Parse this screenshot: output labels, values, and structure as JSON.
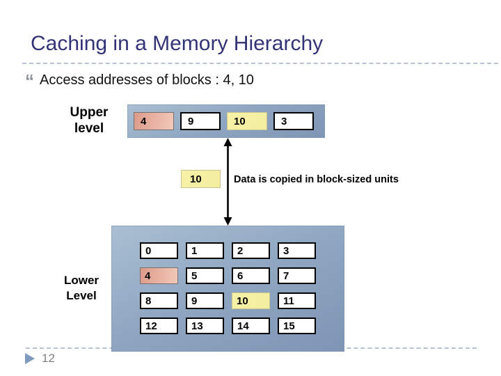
{
  "slide": {
    "title": "Caching in a Memory Hierarchy",
    "bullet_marker": "“",
    "bullet_text": "Access addresses of blocks : 4, 10",
    "page_number": "12"
  },
  "diagram": {
    "upper_label": "Upper level",
    "lower_label": "Lower Level",
    "caption": "Data is copied in block-sized units",
    "transfer_block": {
      "value": "10",
      "type": "yellow"
    },
    "upper_cells": [
      {
        "value": "4",
        "type": "pink"
      },
      {
        "value": "9",
        "type": "white"
      },
      {
        "value": "10",
        "type": "yellow"
      },
      {
        "value": "3",
        "type": "white"
      }
    ],
    "lower_cells": [
      {
        "value": "0",
        "type": "white"
      },
      {
        "value": "1",
        "type": "white"
      },
      {
        "value": "2",
        "type": "white"
      },
      {
        "value": "3",
        "type": "white"
      },
      {
        "value": "4",
        "type": "pink"
      },
      {
        "value": "5",
        "type": "white"
      },
      {
        "value": "6",
        "type": "white"
      },
      {
        "value": "7",
        "type": "white"
      },
      {
        "value": "8",
        "type": "white"
      },
      {
        "value": "9",
        "type": "white"
      },
      {
        "value": "10",
        "type": "yellow"
      },
      {
        "value": "11",
        "type": "white"
      },
      {
        "value": "12",
        "type": "white"
      },
      {
        "value": "13",
        "type": "white"
      },
      {
        "value": "14",
        "type": "white"
      },
      {
        "value": "15",
        "type": "white"
      }
    ]
  },
  "colors": {
    "title": "#333377",
    "panel_light": "#aabfd2",
    "panel_dark": "#7e96b4",
    "highlight_pink": "#e2a593",
    "highlight_yellow": "#f5f0a3",
    "dashed_line": "#b7c3d3",
    "footer_marker": "#7e9bbd"
  }
}
